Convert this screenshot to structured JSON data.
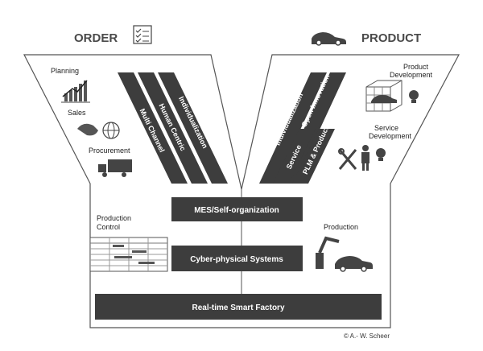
{
  "headers": {
    "order": "ORDER",
    "product": "PRODUCT"
  },
  "left_labels": {
    "planning": "Planning",
    "sales": "Sales",
    "procurement": "Procurement",
    "production_control_1": "Production",
    "production_control_2": "Control"
  },
  "right_labels": {
    "product_dev_1": "Product",
    "product_dev_2": "Development",
    "service_dev_1": "Service",
    "service_dev_2": "Development",
    "production": "Production"
  },
  "left_bands": [
    "Multi Channel",
    "Human Centric",
    "Individualization"
  ],
  "right_bands_long": [
    "Individualization",
    "Open Innovation"
  ],
  "right_bands_short": [
    "Service",
    "PLM & Product Memory"
  ],
  "boxes": {
    "mes": "MES/Self-organization",
    "cps": "Cyber-physical Systems",
    "smart_factory": "Real-time Smart Factory"
  },
  "copyright": "© A.- W. Scheer",
  "colors": {
    "outline": "#555555",
    "band": "#3d3d3d",
    "box": "#3d3d3d",
    "icon": "#444444"
  }
}
